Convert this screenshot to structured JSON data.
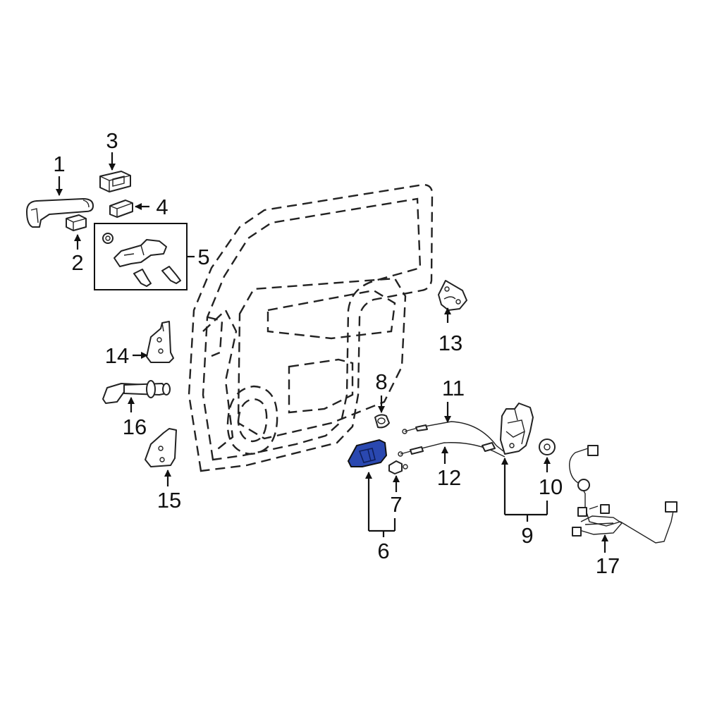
{
  "diagram": {
    "highlight_color": "#2a48b0",
    "callouts": [
      {
        "id": "1",
        "text": "1"
      },
      {
        "id": "2",
        "text": "2"
      },
      {
        "id": "3",
        "text": "3"
      },
      {
        "id": "4",
        "text": "4"
      },
      {
        "id": "5",
        "text": "5"
      },
      {
        "id": "6",
        "text": "6"
      },
      {
        "id": "7",
        "text": "7"
      },
      {
        "id": "8",
        "text": "8"
      },
      {
        "id": "9",
        "text": "9"
      },
      {
        "id": "10",
        "text": "10"
      },
      {
        "id": "11",
        "text": "11"
      },
      {
        "id": "12",
        "text": "12"
      },
      {
        "id": "13",
        "text": "13"
      },
      {
        "id": "14",
        "text": "14"
      },
      {
        "id": "15",
        "text": "15"
      },
      {
        "id": "16",
        "text": "16"
      },
      {
        "id": "17",
        "text": "17"
      }
    ]
  }
}
